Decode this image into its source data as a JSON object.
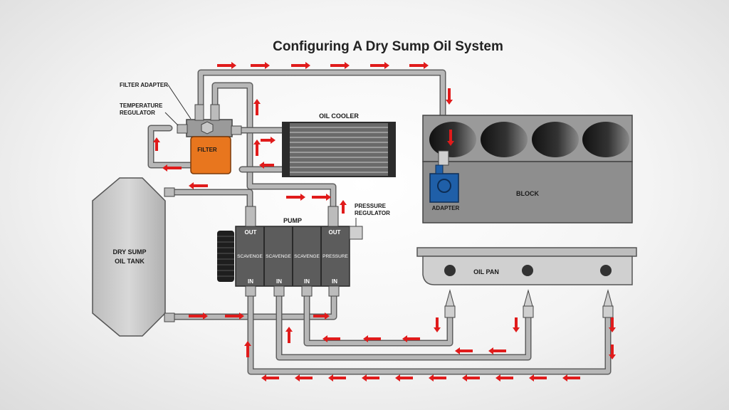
{
  "title": "Configuring A Dry Sump Oil System",
  "labels": {
    "filter_adapter": "FILTER ADAPTER",
    "temperature_regulator_1": "TEMPERATURE",
    "temperature_regulator_2": "REGULATOR",
    "filter": "FILTER",
    "oil_cooler": "OIL COOLER",
    "adapter": "ADAPTER",
    "block": "BLOCK",
    "pressure_regulator_1": "PRESSURE",
    "pressure_regulator_2": "REGULATOR",
    "pump": "PUMP",
    "tank_1": "DRY SUMP",
    "tank_2": "OIL TANK",
    "oil_pan": "OIL PAN",
    "out": "OUT",
    "in": "IN",
    "scavenge": "SCAVENGE",
    "pressure": "PRESSURE"
  },
  "colors": {
    "arrow": "#e01b1b",
    "pipe": "#5f5f5f",
    "filter": "#e8761e",
    "adapter": "#1f5fa8",
    "block": "#8e8e8e"
  }
}
